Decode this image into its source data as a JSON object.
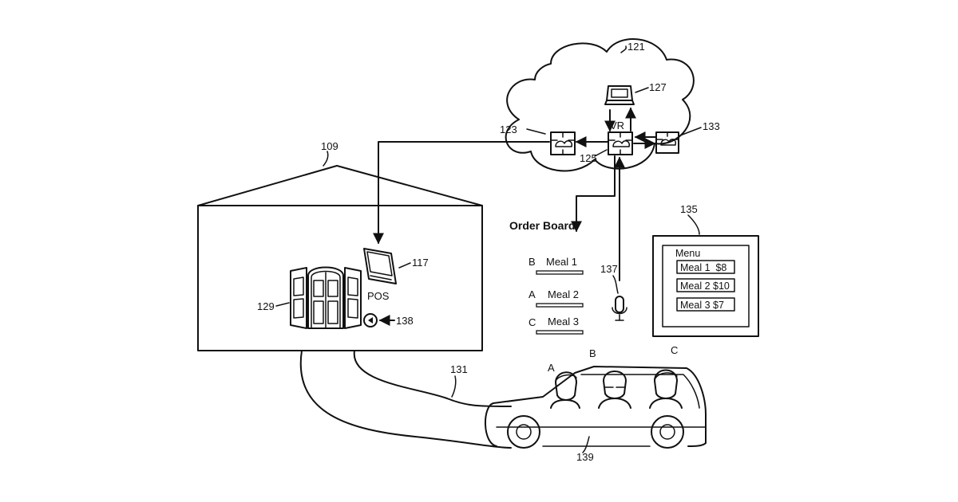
{
  "refs": {
    "cloud": "121",
    "server": "127",
    "left_router": "123",
    "center_router": "125",
    "right_router": "133",
    "restaurant": "109",
    "pos": "117",
    "window": "129",
    "speaker": "138",
    "display": "135",
    "microphone": "137",
    "connection": "131",
    "vehicle": "139"
  },
  "vr_label": "VR",
  "pos_label": "POS",
  "order_board": {
    "title": "Order Board",
    "items": [
      {
        "letter": "B",
        "meal": "Meal 1"
      },
      {
        "letter": "A",
        "meal": "Meal 2"
      },
      {
        "letter": "C",
        "meal": "Meal 3"
      }
    ]
  },
  "menu": {
    "title": "Menu",
    "items": [
      "Meal 1  $8",
      "Meal 2 $10",
      "Meal 3 $7"
    ]
  },
  "passengers": [
    "A",
    "B",
    "C"
  ]
}
